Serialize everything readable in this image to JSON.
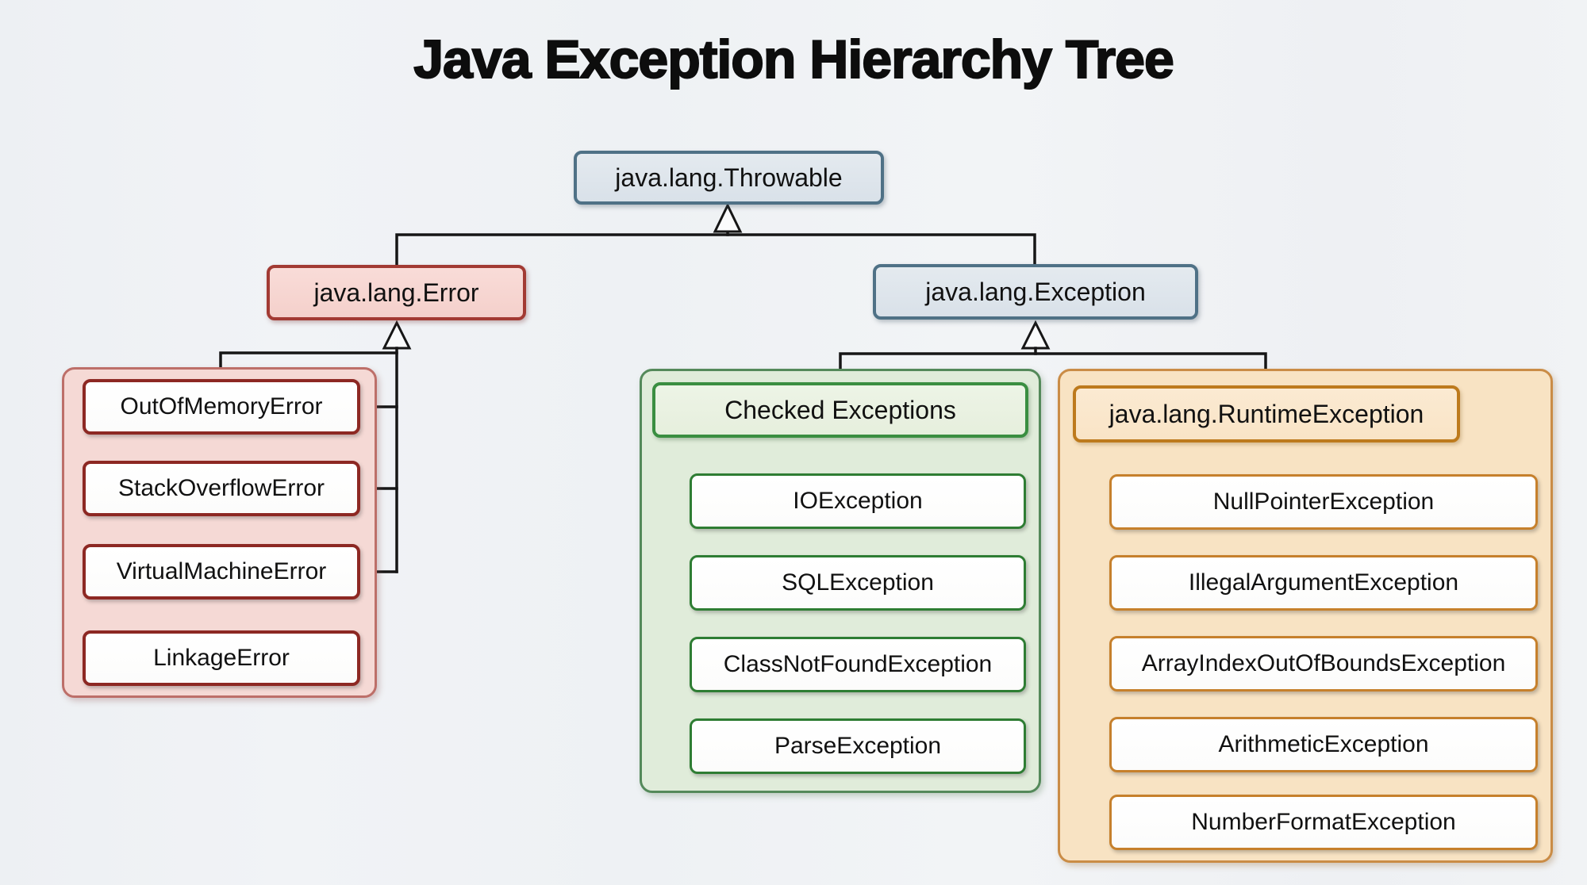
{
  "title": "Java Exception Hierarchy Tree",
  "nodes": {
    "throwable": {
      "label": "java.lang.Throwable"
    },
    "error": {
      "label": "java.lang.Error"
    },
    "exception": {
      "label": "java.lang.Exception"
    }
  },
  "groups": {
    "error": {
      "items": [
        "OutOfMemoryError",
        "StackOverflowError",
        "VirtualMachineError",
        "LinkageError"
      ]
    },
    "checked": {
      "header": "Checked Exceptions",
      "items": [
        "IOException",
        "SQLException",
        "ClassNotFoundException",
        "ParseException"
      ]
    },
    "runtime": {
      "header": "java.lang.RuntimeException",
      "items": [
        "NullPointerException",
        "IllegalArgumentException",
        "ArrayIndexOutOfBoundsException",
        "ArithmeticException",
        "NumberFormatException"
      ]
    }
  },
  "colors": {
    "background": "#eff1f4",
    "line": "#161616",
    "node_blue_fill": "#dde4ea",
    "node_blue_border": "#4f7186",
    "node_red_fill": "#f7d6d1",
    "node_red_border": "#a23a33",
    "container_pink_fill": "#f5d9d5",
    "container_pink_border": "#bd6f69",
    "item_red_border": "#8d2823",
    "container_green_fill": "#e0ecda",
    "container_green_border": "#54895a",
    "header_green_border": "#3a8e41",
    "item_green_border": "#2e7d33",
    "container_orange_fill": "#f8e3c3",
    "container_orange_border": "#ca8c46",
    "header_orange_border": "#bd7a1d",
    "item_orange_border": "#c6802c"
  }
}
